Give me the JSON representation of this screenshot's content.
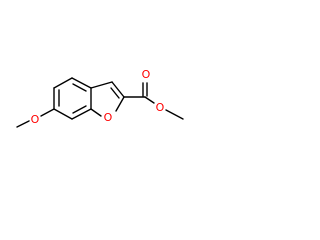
{
  "structure": {
    "atoms": {
      "methoxy_oxygen": "O",
      "furan_oxygen": "O",
      "carbonyl_oxygen": "O",
      "ester_oxygen": "O"
    },
    "heteroatom_color": "#ff0000",
    "bond_color": "#000000"
  }
}
